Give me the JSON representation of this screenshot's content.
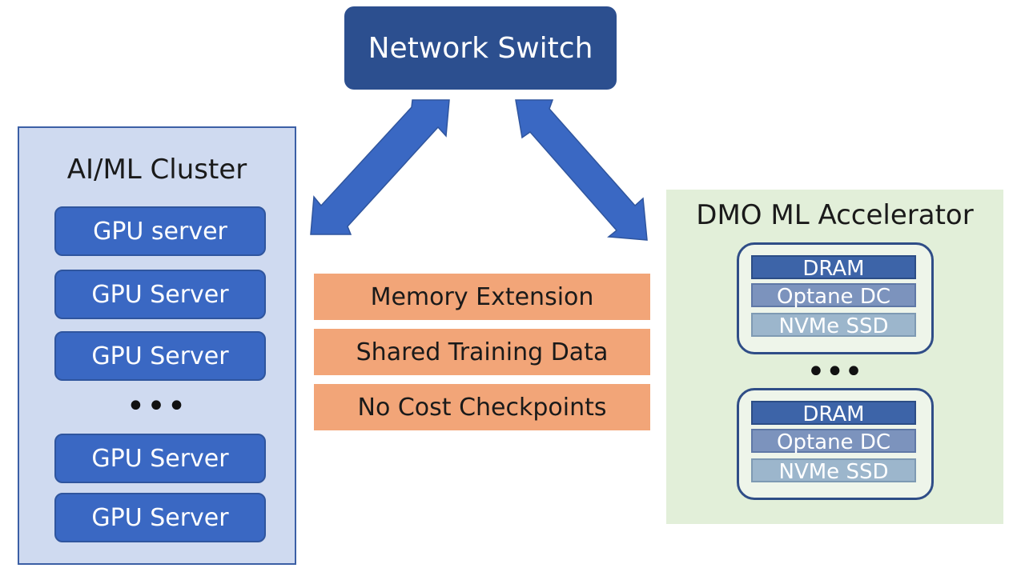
{
  "switch": {
    "label": "Network Switch"
  },
  "cluster": {
    "title": "AI/ML Cluster",
    "servers": [
      "GPU server",
      "GPU Server",
      "GPU Server",
      "GPU Server",
      "GPU Server"
    ],
    "ellipsis": "•••"
  },
  "features": [
    "Memory Extension",
    "Shared Training Data",
    "No Cost Checkpoints"
  ],
  "accelerator": {
    "title": "DMO ML Accelerator",
    "ellipsis": "•••",
    "modules": [
      {
        "tiers": [
          "DRAM",
          "Optane DC",
          "NVMe SSD"
        ]
      },
      {
        "tiers": [
          "DRAM",
          "Optane DC",
          "NVMe SSD"
        ]
      }
    ]
  },
  "colors": {
    "switch": "#2c4f8f",
    "arrow": "#3a68c3",
    "cluster_bg": "#cfdaf0",
    "gpu_box": "#3a68c3",
    "feature_box": "#f2a578",
    "accelerator_bg": "#e2efd9"
  }
}
